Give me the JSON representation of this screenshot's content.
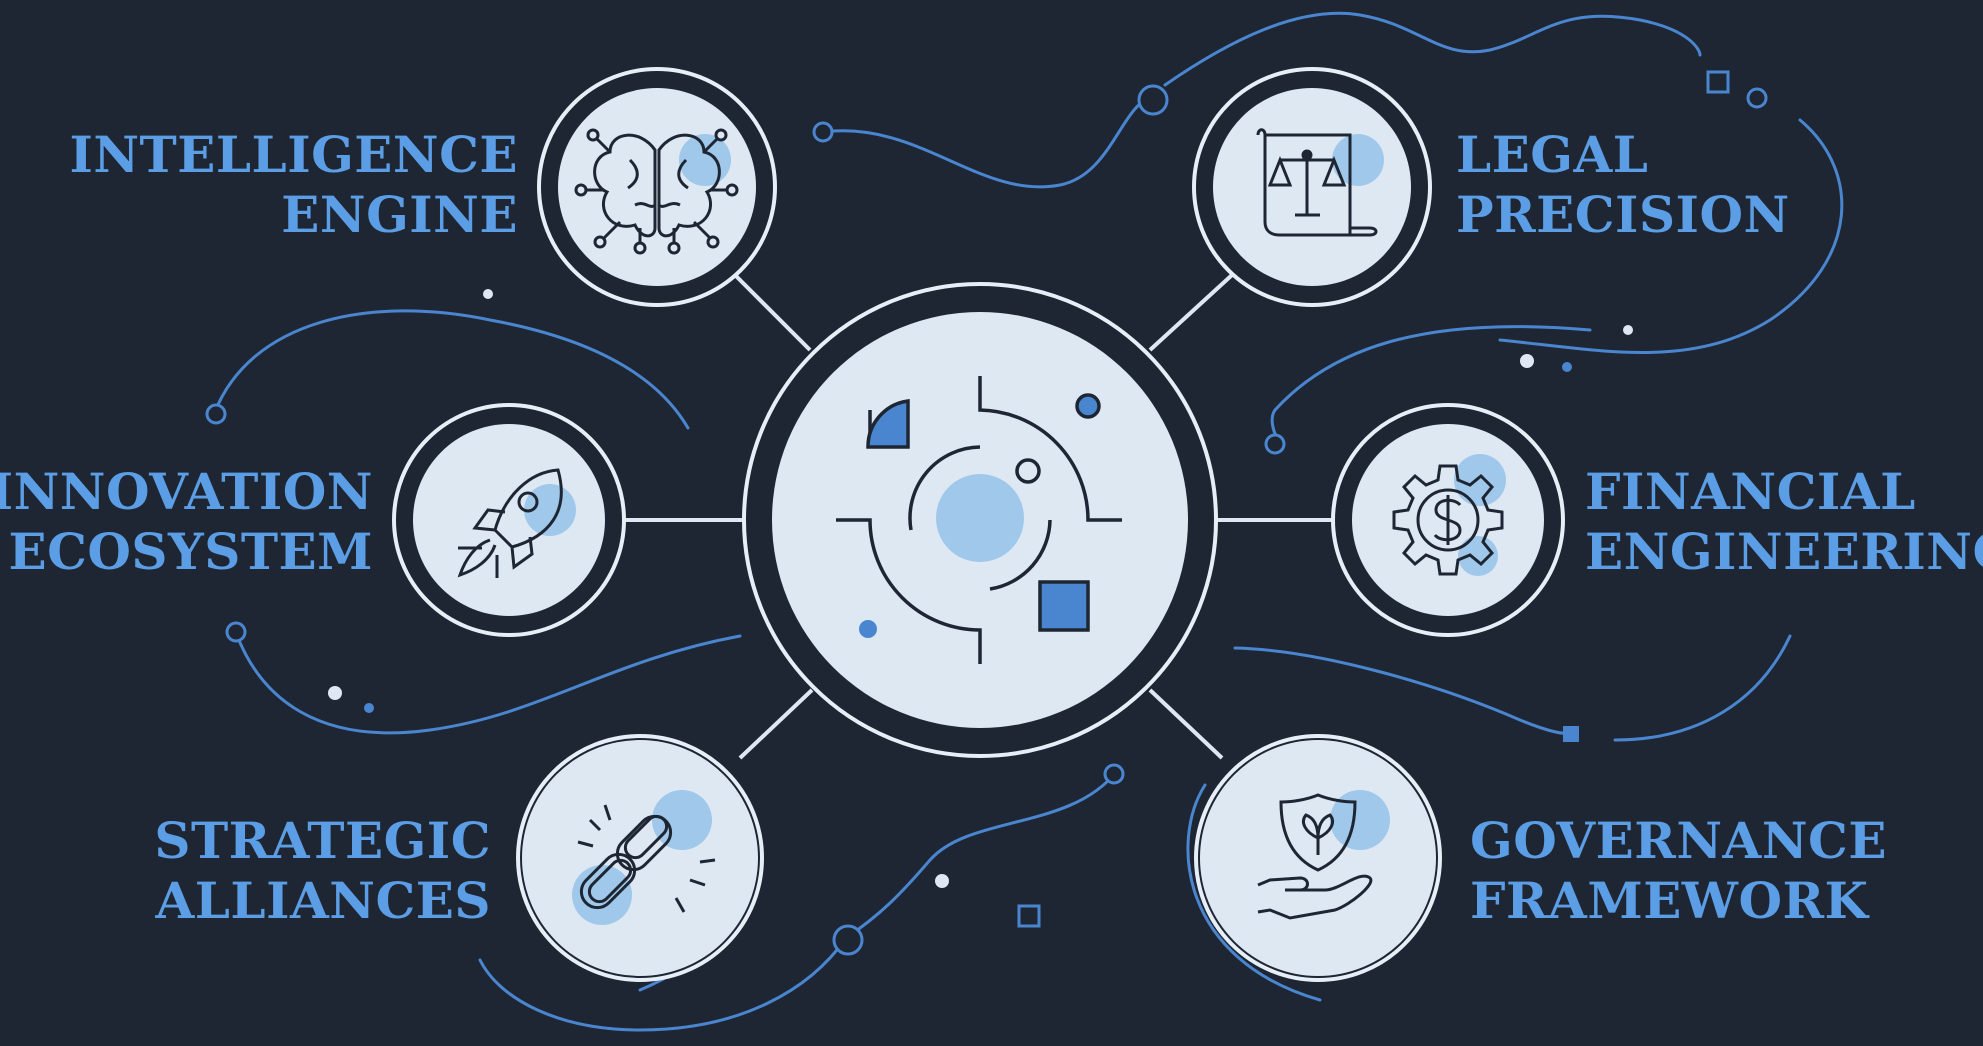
{
  "colors": {
    "background": "#1f2633",
    "accent": "#5b9ee6",
    "circle_fill": "#dde8f3",
    "ring": "#e6eef7",
    "icon_stroke": "#1f2633",
    "highlight": "#9fc8ea"
  },
  "hub": {
    "icon": "abstract-maze-icon"
  },
  "nodes": [
    {
      "id": "intelligence-engine",
      "lines": [
        "INTELLIGENCE",
        "ENGINE"
      ],
      "icon": "brain-circuit-icon"
    },
    {
      "id": "legal-precision",
      "lines": [
        "LEGAL",
        "PRECISION"
      ],
      "icon": "scales-of-justice-icon"
    },
    {
      "id": "innovation-ecosystem",
      "lines": [
        "INNOVATION",
        "ECOSYSTEM"
      ],
      "icon": "rocket-icon"
    },
    {
      "id": "financial-engineering",
      "lines": [
        "FINANCIAL",
        "ENGINEERING"
      ],
      "icon": "gear-dollar-icon"
    },
    {
      "id": "strategic-alliances",
      "lines": [
        "STRATEGIC",
        "ALLIANCES"
      ],
      "icon": "chain-link-icon"
    },
    {
      "id": "governance-framework",
      "lines": [
        "GOVERNANCE",
        "FRAMEWORK"
      ],
      "icon": "shield-hand-icon"
    }
  ]
}
